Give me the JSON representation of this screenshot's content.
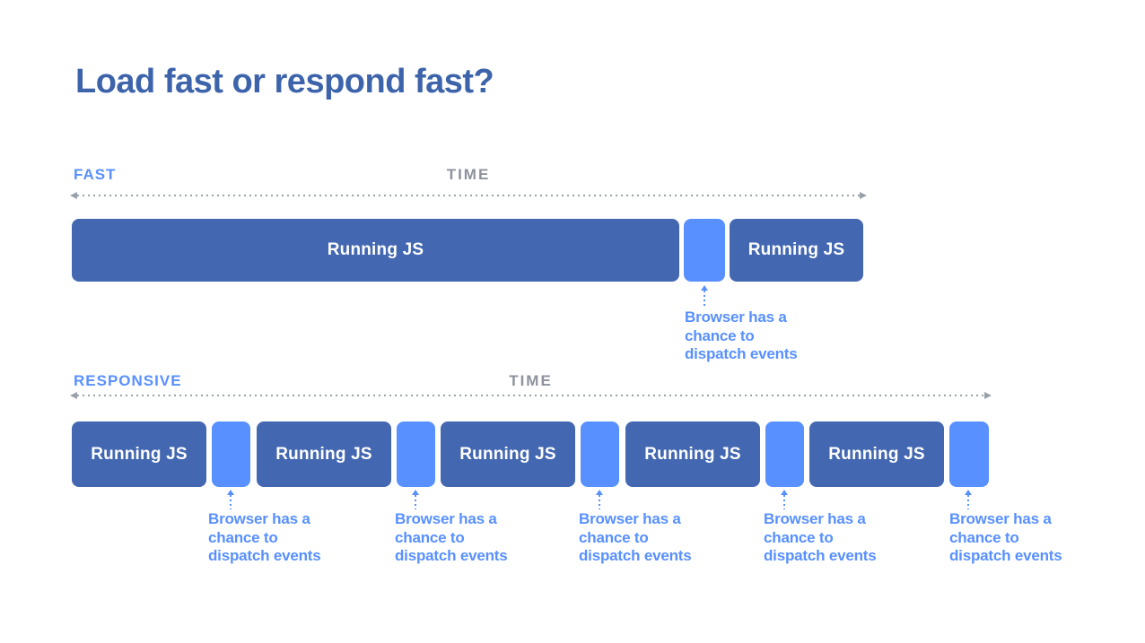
{
  "title": "Load fast or respond fast?",
  "colors": {
    "title": "#3d64ab",
    "js_block": "#4368b1",
    "gap_block": "#5890ff",
    "label_accent": "#5890ff",
    "axis_text": "#8d929c",
    "axis_line": "#9aa0aa",
    "block_text": "#ffffff",
    "background": "#ffffff"
  },
  "fast": {
    "label": "FAST",
    "axis_label": "TIME",
    "js_blocks": [
      "Running JS",
      "Running JS"
    ],
    "annotations": [
      {
        "lines": [
          "Browser has a",
          "chance to",
          "dispatch events"
        ]
      }
    ]
  },
  "responsive": {
    "label": "RESPONSIVE",
    "axis_label": "TIME",
    "js_blocks": [
      "Running JS",
      "Running JS",
      "Running JS",
      "Running JS",
      "Running JS"
    ],
    "annotations": [
      {
        "lines": [
          "Browser has a",
          "chance to",
          "dispatch events"
        ]
      },
      {
        "lines": [
          "Browser has a",
          "chance to",
          "dispatch events"
        ]
      },
      {
        "lines": [
          "Browser has a",
          "chance to",
          "dispatch events"
        ]
      },
      {
        "lines": [
          "Browser has a",
          "chance to",
          "dispatch events"
        ]
      },
      {
        "lines": [
          "Browser has a",
          "chance to",
          "dispatch events"
        ]
      }
    ]
  }
}
